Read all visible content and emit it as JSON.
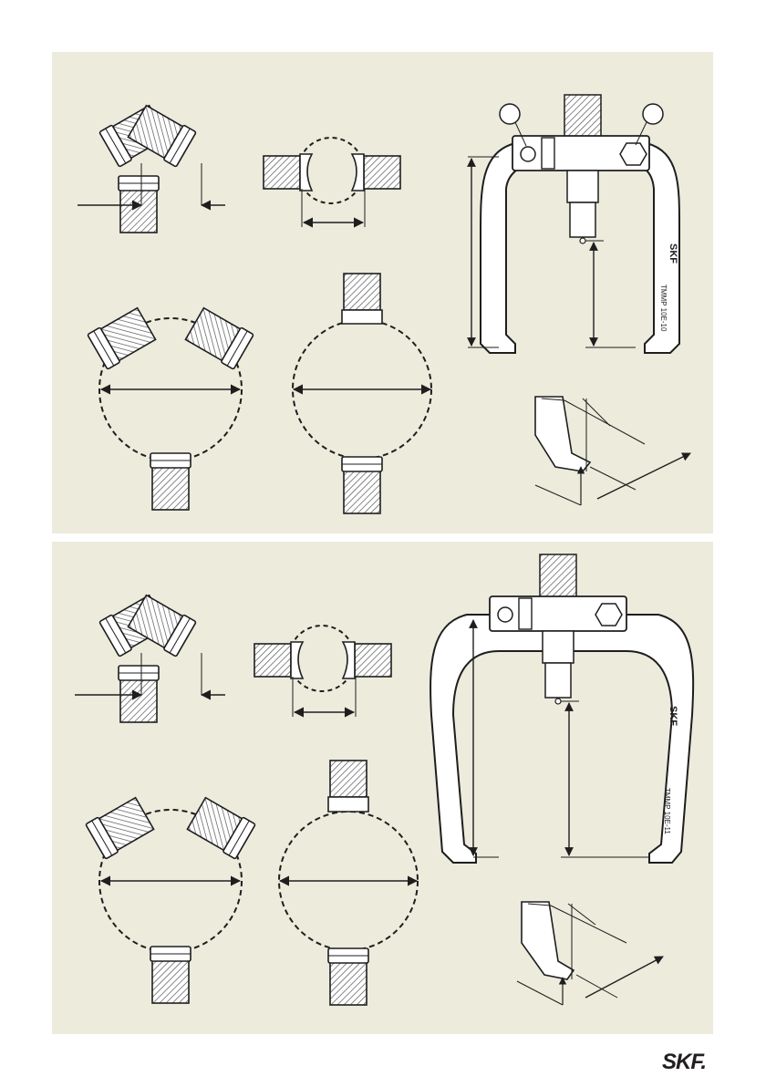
{
  "brand": {
    "logo_text": "SKF."
  },
  "colors": {
    "panel_bg": "#ecebdc",
    "ink": "#1e1e1e",
    "part_fill": "#ffffff",
    "hatch": "#555555"
  },
  "panels": [
    {
      "id": "top",
      "model_label": "TMMP 10E-10",
      "brand_mark": "SKF"
    },
    {
      "id": "bottom",
      "model_label": "TMMP 10E-11",
      "brand_mark": "SKF"
    }
  ]
}
